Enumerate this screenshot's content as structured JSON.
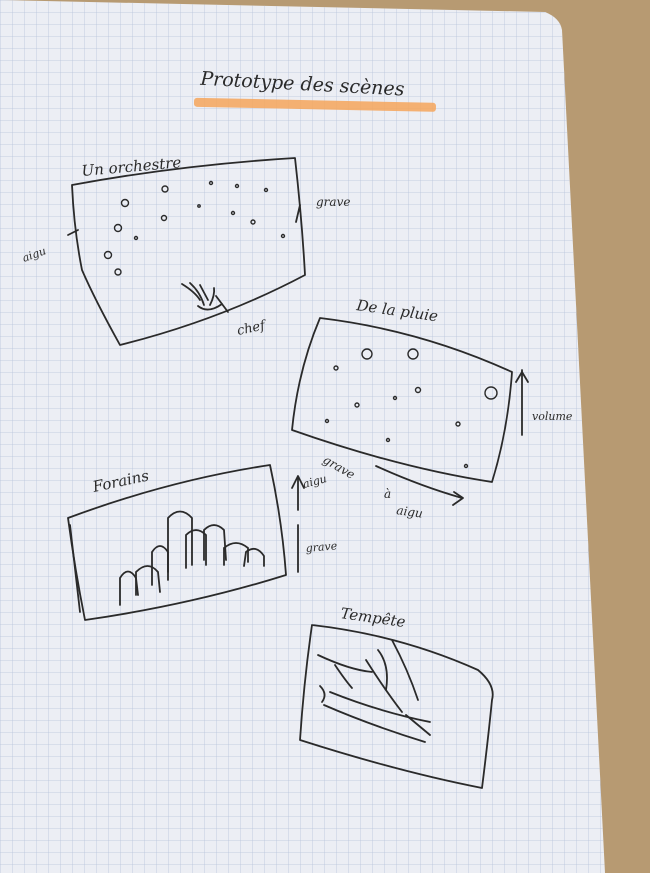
{
  "page": {
    "title": "Prototype des scènes"
  },
  "scenes": {
    "orchestra": {
      "label": "Un orchestre",
      "left_label": "aigu",
      "right_label": "grave",
      "bottom_label": "chef"
    },
    "rain": {
      "label": "De la pluie",
      "right_label": "volume",
      "bottom_left_label": "grave",
      "bottom_mid_label": "à",
      "bottom_right_label": "aigu"
    },
    "fair": {
      "label": "Forains",
      "right_top_label": "aigu",
      "right_bottom_label": "grave"
    },
    "storm": {
      "label": "Tempête"
    }
  },
  "colors": {
    "paper": "#eceef4",
    "grid": "#b8c3dc",
    "ink": "#2a2a2a",
    "highlight": "#f6a45a",
    "table": "#b79a72"
  }
}
